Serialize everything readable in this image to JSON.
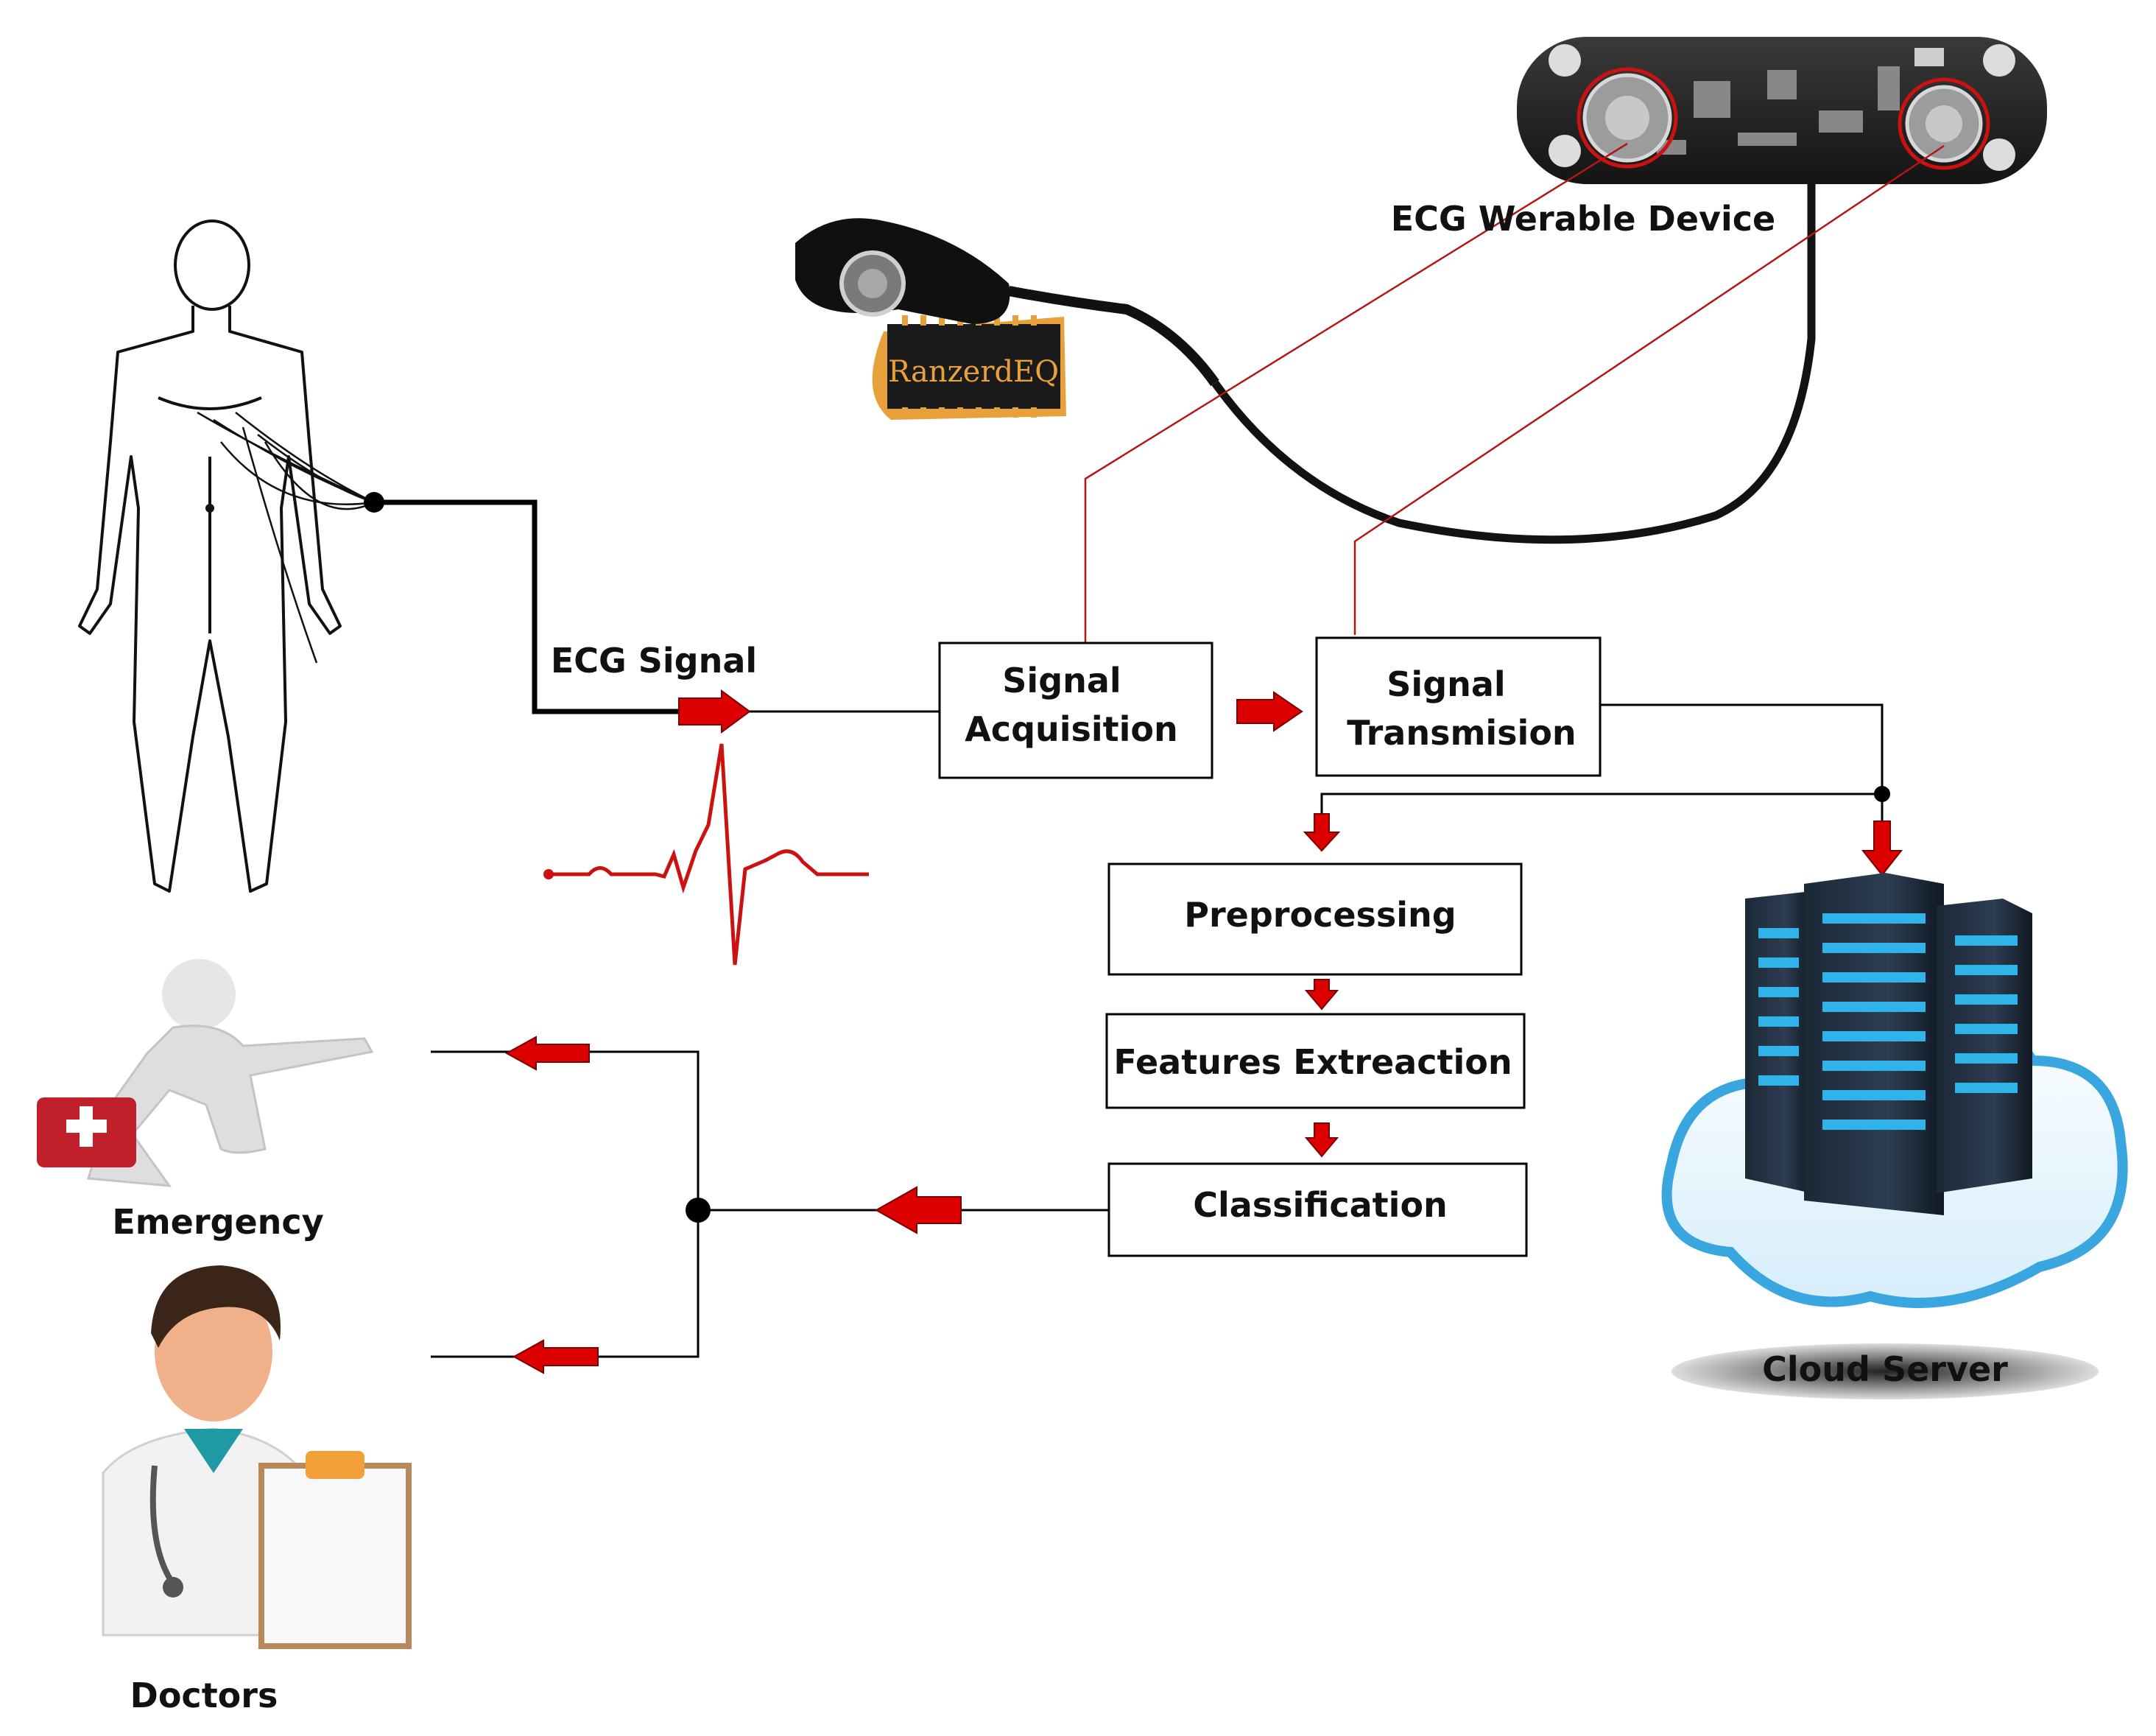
{
  "labels": {
    "device": "ECG Werable Device",
    "ecg_signal": "ECG Signal",
    "signal_acquisition": [
      "Signal",
      "Acquisition"
    ],
    "signal_transmission": [
      "Signal",
      "Transmision"
    ],
    "preprocessing": "Preprocessing",
    "features": "Features Extreaction",
    "classification": "Classification",
    "cloud": "Cloud Server",
    "emergency": "Emergency",
    "doctors": "Doctors",
    "electrode_brand": "RanzerdEQ"
  },
  "colors": {
    "arrow": "#dd0000",
    "leader_line": "#b01818",
    "ecg_trace": "#cc1111",
    "server_light": "#2fb3e8",
    "cloud_edge": "#3aa6e0",
    "electrode_pad": "#e8a13a"
  },
  "icons": [
    "human-body-outline-icon",
    "ecg-electrode-icon",
    "ecg-board-icon",
    "server-rack-icon",
    "cloud-icon",
    "paramedic-icon",
    "doctor-icon"
  ]
}
